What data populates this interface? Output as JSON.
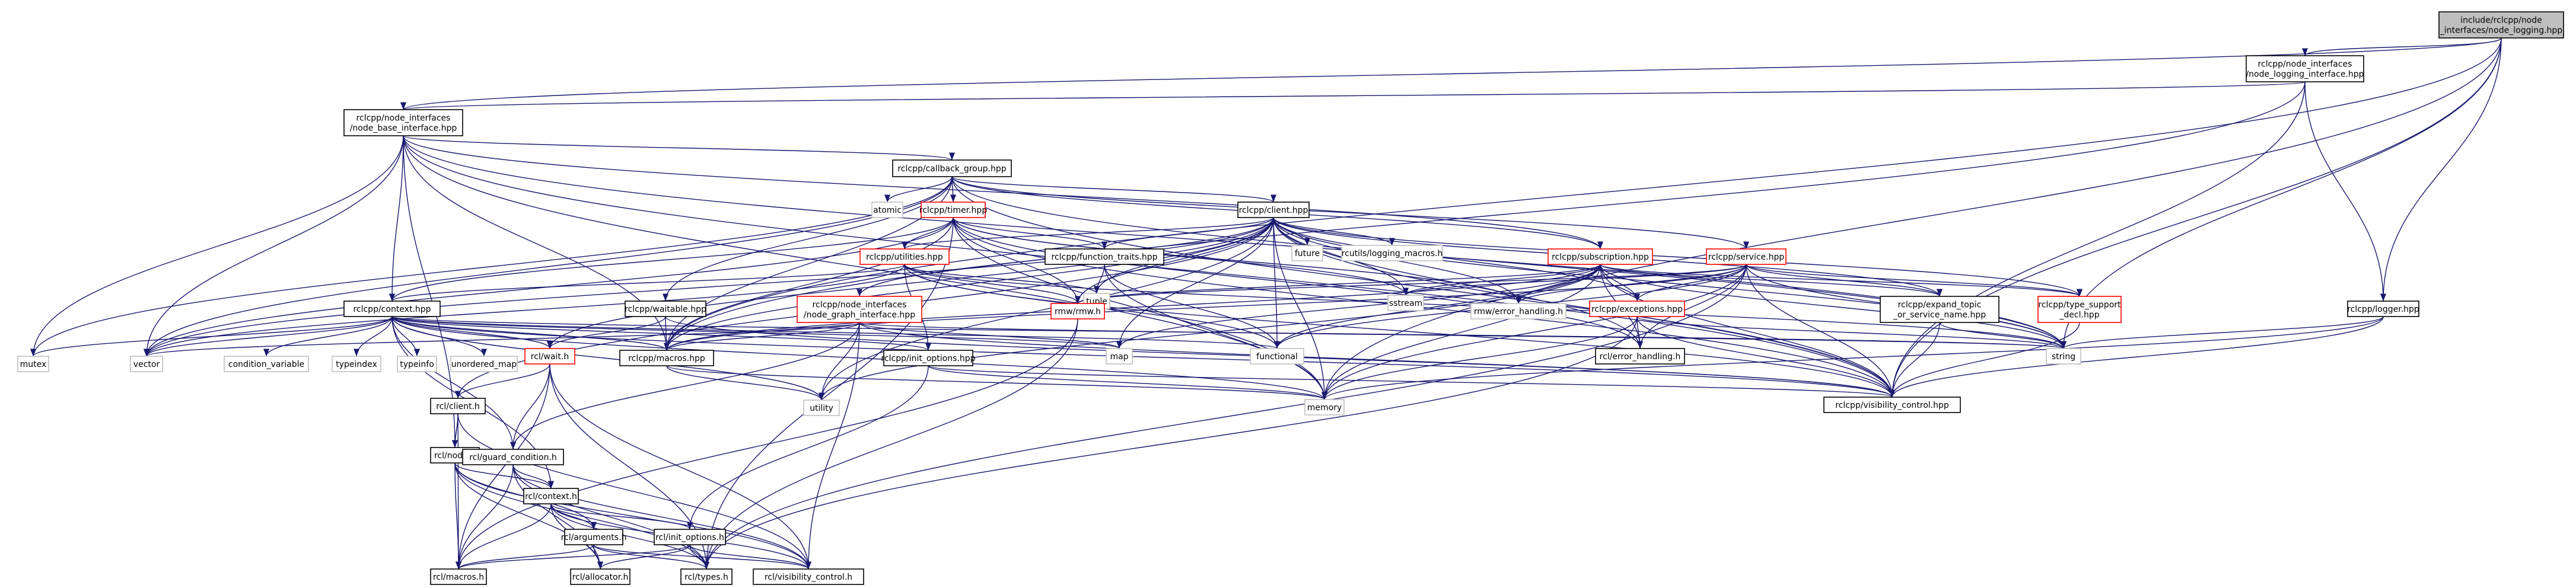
{
  "colors": {
    "root_fill": "#bfbfbf",
    "documented_fill": "#ffffff",
    "documented_border": "#000000",
    "incomplete_border": "#ff0000",
    "external_border": "#bfbfbf",
    "edge": "#191970"
  },
  "nodes": [
    {
      "id": "root",
      "lines": [
        "include/rclcpp/node",
        "_interfaces/node_logging.hpp"
      ],
      "kind": "root"
    },
    {
      "id": "nli",
      "lines": [
        "rclcpp/node_interfaces",
        "/node_logging_interface.hpp"
      ],
      "kind": "documented"
    },
    {
      "id": "nbi",
      "lines": [
        "rclcpp/node_interfaces",
        "/node_base_interface.hpp"
      ],
      "kind": "documented"
    },
    {
      "id": "cbg",
      "lines": [
        "rclcpp/callback_group.hpp"
      ],
      "kind": "documented"
    },
    {
      "id": "atomic",
      "lines": [
        "atomic"
      ],
      "kind": "external"
    },
    {
      "id": "timer",
      "lines": [
        "rclcpp/timer.hpp"
      ],
      "kind": "incomplete"
    },
    {
      "id": "client",
      "lines": [
        "rclcpp/client.hpp"
      ],
      "kind": "documented"
    },
    {
      "id": "utilities",
      "lines": [
        "rclcpp/utilities.hpp"
      ],
      "kind": "incomplete"
    },
    {
      "id": "ftraits",
      "lines": [
        "rclcpp/function_traits.hpp"
      ],
      "kind": "documented"
    },
    {
      "id": "future",
      "lines": [
        "future"
      ],
      "kind": "external"
    },
    {
      "id": "rcutils_log",
      "lines": [
        "rcutils/logging_macros.h"
      ],
      "kind": "external"
    },
    {
      "id": "subscription",
      "lines": [
        "rclcpp/subscription.hpp"
      ],
      "kind": "incomplete"
    },
    {
      "id": "service",
      "lines": [
        "rclcpp/service.hpp"
      ],
      "kind": "incomplete"
    },
    {
      "id": "context",
      "lines": [
        "rclcpp/context.hpp"
      ],
      "kind": "documented"
    },
    {
      "id": "waitable",
      "lines": [
        "rclcpp/waitable.hpp"
      ],
      "kind": "documented"
    },
    {
      "id": "ngi",
      "lines": [
        "rclcpp/node_interfaces",
        "/node_graph_interface.hpp"
      ],
      "kind": "incomplete"
    },
    {
      "id": "tuple",
      "lines": [
        "tuple"
      ],
      "kind": "external"
    },
    {
      "id": "sstream",
      "lines": [
        "sstream"
      ],
      "kind": "external"
    },
    {
      "id": "rmw",
      "lines": [
        "rmw/rmw.h"
      ],
      "kind": "incomplete"
    },
    {
      "id": "rmw_err",
      "lines": [
        "rmw/error_handling.h"
      ],
      "kind": "external"
    },
    {
      "id": "exceptions",
      "lines": [
        "rclcpp/exceptions.hpp"
      ],
      "kind": "incomplete"
    },
    {
      "id": "expand",
      "lines": [
        "rclcpp/expand_topic",
        "_or_service_name.hpp"
      ],
      "kind": "documented"
    },
    {
      "id": "typesupport",
      "lines": [
        "rclcpp/type_support",
        "_decl.hpp"
      ],
      "kind": "incomplete"
    },
    {
      "id": "logger",
      "lines": [
        "rclcpp/logger.hpp"
      ],
      "kind": "documented"
    },
    {
      "id": "mutex",
      "lines": [
        "mutex"
      ],
      "kind": "external"
    },
    {
      "id": "vector",
      "lines": [
        "vector"
      ],
      "kind": "external"
    },
    {
      "id": "condvar",
      "lines": [
        "condition_variable"
      ],
      "kind": "external"
    },
    {
      "id": "typeindex",
      "lines": [
        "typeindex"
      ],
      "kind": "external"
    },
    {
      "id": "typeinfo",
      "lines": [
        "typeinfo"
      ],
      "kind": "external"
    },
    {
      "id": "umap",
      "lines": [
        "unordered_map"
      ],
      "kind": "external"
    },
    {
      "id": "rcl_wait",
      "lines": [
        "rcl/wait.h"
      ],
      "kind": "incomplete"
    },
    {
      "id": "macros",
      "lines": [
        "rclcpp/macros.hpp"
      ],
      "kind": "documented"
    },
    {
      "id": "init_opts",
      "lines": [
        "rclcpp/init_options.hpp"
      ],
      "kind": "documented"
    },
    {
      "id": "map",
      "lines": [
        "map"
      ],
      "kind": "external"
    },
    {
      "id": "functional",
      "lines": [
        "functional"
      ],
      "kind": "external"
    },
    {
      "id": "rcl_err",
      "lines": [
        "rcl/error_handling.h"
      ],
      "kind": "documented"
    },
    {
      "id": "string",
      "lines": [
        "string"
      ],
      "kind": "external"
    },
    {
      "id": "utility",
      "lines": [
        "utility"
      ],
      "kind": "external"
    },
    {
      "id": "memory",
      "lines": [
        "memory"
      ],
      "kind": "external"
    },
    {
      "id": "visibility",
      "lines": [
        "rclcpp/visibility_control.hpp"
      ],
      "kind": "documented"
    },
    {
      "id": "rcl_client",
      "lines": [
        "rcl/client.h"
      ],
      "kind": "documented"
    },
    {
      "id": "rcl_node",
      "lines": [
        "rcl/node.h"
      ],
      "kind": "documented"
    },
    {
      "id": "guard",
      "lines": [
        "rcl/guard_condition.h"
      ],
      "kind": "documented"
    },
    {
      "id": "rcl_context",
      "lines": [
        "rcl/context.h"
      ],
      "kind": "documented"
    },
    {
      "id": "rcl_args",
      "lines": [
        "rcl/arguments.h"
      ],
      "kind": "documented"
    },
    {
      "id": "rcl_init_opts",
      "lines": [
        "rcl/init_options.h"
      ],
      "kind": "documented"
    },
    {
      "id": "rcl_macros",
      "lines": [
        "rcl/macros.h"
      ],
      "kind": "documented"
    },
    {
      "id": "rcl_alloc",
      "lines": [
        "rcl/allocator.h"
      ],
      "kind": "documented"
    },
    {
      "id": "rcl_types",
      "lines": [
        "rcl/types.h"
      ],
      "kind": "documented"
    },
    {
      "id": "rcl_vis",
      "lines": [
        "rcl/visibility_control.h"
      ],
      "kind": "documented"
    }
  ],
  "edges": [
    [
      "root",
      "nli"
    ],
    [
      "root",
      "nbi"
    ],
    [
      "root",
      "logger"
    ],
    [
      "root",
      "string"
    ],
    [
      "root",
      "memory"
    ],
    [
      "root",
      "visibility"
    ],
    [
      "root",
      "macros"
    ],
    [
      "nli",
      "nbi"
    ],
    [
      "nli",
      "logger"
    ],
    [
      "nli",
      "macros"
    ],
    [
      "nli",
      "visibility"
    ],
    [
      "nbi",
      "cbg"
    ],
    [
      "nbi",
      "context"
    ],
    [
      "nbi",
      "mutex"
    ],
    [
      "nbi",
      "vector"
    ],
    [
      "nbi",
      "rcl_node"
    ],
    [
      "nbi",
      "macros"
    ],
    [
      "nbi",
      "visibility"
    ],
    [
      "nbi",
      "memory"
    ],
    [
      "nbi",
      "string"
    ],
    [
      "nbi",
      "subscription"
    ],
    [
      "cbg",
      "atomic"
    ],
    [
      "cbg",
      "timer"
    ],
    [
      "cbg",
      "client"
    ],
    [
      "cbg",
      "service"
    ],
    [
      "cbg",
      "subscription"
    ],
    [
      "cbg",
      "waitable"
    ],
    [
      "cbg",
      "macros"
    ],
    [
      "cbg",
      "visibility"
    ],
    [
      "cbg",
      "vector"
    ],
    [
      "cbg",
      "mutex"
    ],
    [
      "cbg",
      "string"
    ],
    [
      "timer",
      "utilities"
    ],
    [
      "timer",
      "ftraits"
    ],
    [
      "timer",
      "rmw_err"
    ],
    [
      "timer",
      "rmw"
    ],
    [
      "timer",
      "rcl_err"
    ],
    [
      "timer",
      "context"
    ],
    [
      "timer",
      "macros"
    ],
    [
      "timer",
      "visibility"
    ],
    [
      "timer",
      "memory"
    ],
    [
      "timer",
      "vector"
    ],
    [
      "timer",
      "sstream"
    ],
    [
      "timer",
      "rcl_types"
    ],
    [
      "client",
      "future"
    ],
    [
      "client",
      "rcutils_log"
    ],
    [
      "client",
      "ftraits"
    ],
    [
      "client",
      "utilities"
    ],
    [
      "client",
      "ngi"
    ],
    [
      "client",
      "exceptions"
    ],
    [
      "client",
      "expand"
    ],
    [
      "client",
      "typesupport"
    ],
    [
      "client",
      "macros"
    ],
    [
      "client",
      "visibility"
    ],
    [
      "client",
      "rmw"
    ],
    [
      "client",
      "rmw_err"
    ],
    [
      "client",
      "rcl_err"
    ],
    [
      "client",
      "rcl_client"
    ],
    [
      "client",
      "memory"
    ],
    [
      "client",
      "string"
    ],
    [
      "client",
      "map"
    ],
    [
      "client",
      "sstream"
    ],
    [
      "client",
      "tuple"
    ],
    [
      "client",
      "functional"
    ],
    [
      "client",
      "utility"
    ],
    [
      "client",
      "vector"
    ],
    [
      "client",
      "rcl_wait"
    ],
    [
      "utilities",
      "context"
    ],
    [
      "utilities",
      "init_opts"
    ],
    [
      "utilities",
      "rmw"
    ],
    [
      "utilities",
      "visibility"
    ],
    [
      "utilities",
      "vector"
    ],
    [
      "utilities",
      "string"
    ],
    [
      "utilities",
      "functional"
    ],
    [
      "utilities",
      "tuple"
    ],
    [
      "ftraits",
      "tuple"
    ],
    [
      "ftraits",
      "functional"
    ],
    [
      "ftraits",
      "memory"
    ],
    [
      "subscription",
      "rmw"
    ],
    [
      "subscription",
      "rmw_err"
    ],
    [
      "subscription",
      "exceptions"
    ],
    [
      "subscription",
      "expand"
    ],
    [
      "subscription",
      "typesupport"
    ],
    [
      "subscription",
      "macros"
    ],
    [
      "subscription",
      "visibility"
    ],
    [
      "subscription",
      "rcl_err"
    ],
    [
      "subscription",
      "memory"
    ],
    [
      "subscription",
      "string"
    ],
    [
      "subscription",
      "sstream"
    ],
    [
      "subscription",
      "functional"
    ],
    [
      "subscription",
      "map"
    ],
    [
      "subscription",
      "utility"
    ],
    [
      "service",
      "rmw"
    ],
    [
      "service",
      "rmw_err"
    ],
    [
      "service",
      "exceptions"
    ],
    [
      "service",
      "expand"
    ],
    [
      "service",
      "typesupport"
    ],
    [
      "service",
      "macros"
    ],
    [
      "service",
      "visibility"
    ],
    [
      "service",
      "rcl_err"
    ],
    [
      "service",
      "memory"
    ],
    [
      "service",
      "string"
    ],
    [
      "service",
      "sstream"
    ],
    [
      "service",
      "functional"
    ],
    [
      "service",
      "rcl_types"
    ],
    [
      "context",
      "mutex"
    ],
    [
      "context",
      "vector"
    ],
    [
      "context",
      "condvar"
    ],
    [
      "context",
      "typeindex"
    ],
    [
      "context",
      "typeinfo"
    ],
    [
      "context",
      "umap"
    ],
    [
      "context",
      "rcl_wait"
    ],
    [
      "context",
      "macros"
    ],
    [
      "context",
      "init_opts"
    ],
    [
      "context",
      "map"
    ],
    [
      "context",
      "functional"
    ],
    [
      "context",
      "memory"
    ],
    [
      "context",
      "string"
    ],
    [
      "context",
      "utility"
    ],
    [
      "context",
      "visibility"
    ],
    [
      "context",
      "rcl_context"
    ],
    [
      "context",
      "guard"
    ],
    [
      "waitable",
      "macros"
    ],
    [
      "waitable",
      "visibility"
    ],
    [
      "waitable",
      "rcl_wait"
    ],
    [
      "ngi",
      "macros"
    ],
    [
      "ngi",
      "visibility"
    ],
    [
      "ngi",
      "vector"
    ],
    [
      "ngi",
      "map"
    ],
    [
      "ngi",
      "string"
    ],
    [
      "ngi",
      "utility"
    ],
    [
      "ngi",
      "guard"
    ],
    [
      "ngi",
      "rcl_vis"
    ],
    [
      "rmw",
      "rcl_macros"
    ],
    [
      "rmw",
      "rcl_types"
    ],
    [
      "exceptions",
      "rcl_err"
    ],
    [
      "exceptions",
      "visibility"
    ],
    [
      "exceptions",
      "string"
    ],
    [
      "exceptions",
      "memory"
    ],
    [
      "exceptions",
      "rcl_types"
    ],
    [
      "expand",
      "string"
    ],
    [
      "expand",
      "visibility"
    ],
    [
      "typesupport",
      "visibility"
    ],
    [
      "logger",
      "string"
    ],
    [
      "logger",
      "memory"
    ],
    [
      "logger",
      "visibility"
    ],
    [
      "macros",
      "memory"
    ],
    [
      "macros",
      "utility"
    ],
    [
      "init_opts",
      "memory"
    ],
    [
      "init_opts",
      "visibility"
    ],
    [
      "init_opts",
      "rcl_init_opts"
    ],
    [
      "rcl_wait",
      "rcl_client"
    ],
    [
      "rcl_wait",
      "guard"
    ],
    [
      "rcl_wait",
      "rcl_macros"
    ],
    [
      "rcl_wait",
      "rcl_types"
    ],
    [
      "rcl_wait",
      "rcl_vis"
    ],
    [
      "rcl_client",
      "rcl_node"
    ],
    [
      "rcl_client",
      "rcl_macros"
    ],
    [
      "rcl_client",
      "rcl_vis"
    ],
    [
      "rcl_node",
      "rcl_context"
    ],
    [
      "rcl_node",
      "rcl_args"
    ],
    [
      "rcl_node",
      "rcl_macros"
    ],
    [
      "rcl_node",
      "rcl_alloc"
    ],
    [
      "rcl_node",
      "rcl_types"
    ],
    [
      "rcl_node",
      "rcl_vis"
    ],
    [
      "rcl_node",
      "guard"
    ],
    [
      "guard",
      "rcl_context"
    ],
    [
      "guard",
      "rcl_alloc"
    ],
    [
      "guard",
      "rcl_macros"
    ],
    [
      "guard",
      "rcl_types"
    ],
    [
      "guard",
      "rcl_vis"
    ],
    [
      "rcl_context",
      "rcl_args"
    ],
    [
      "rcl_context",
      "rcl_init_opts"
    ],
    [
      "rcl_context",
      "rcl_alloc"
    ],
    [
      "rcl_context",
      "rcl_macros"
    ],
    [
      "rcl_context",
      "rcl_types"
    ],
    [
      "rcl_context",
      "rcl_vis"
    ],
    [
      "rcl_args",
      "rcl_alloc"
    ],
    [
      "rcl_args",
      "rcl_macros"
    ],
    [
      "rcl_args",
      "rcl_types"
    ],
    [
      "rcl_args",
      "rcl_vis"
    ],
    [
      "rcl_init_opts",
      "rcl_alloc"
    ],
    [
      "rcl_init_opts",
      "rcl_macros"
    ],
    [
      "rcl_init_opts",
      "rcl_types"
    ],
    [
      "rcl_init_opts",
      "rcl_vis"
    ]
  ]
}
